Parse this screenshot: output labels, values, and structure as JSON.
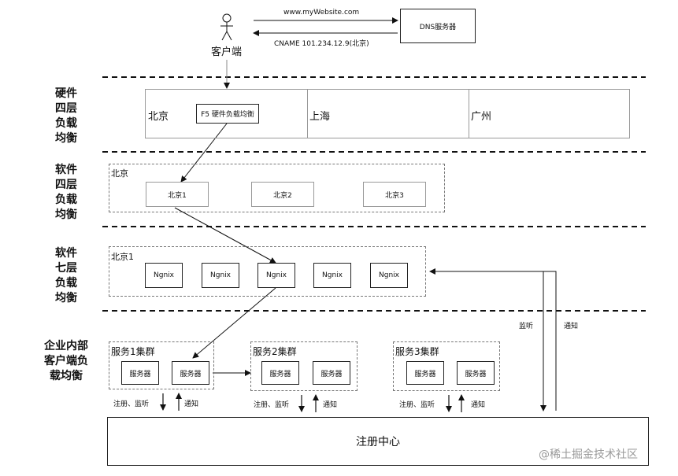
{
  "client_label": "客户端",
  "dns": {
    "label": "DNS服务器",
    "request": "www.myWebsite.com",
    "response": "CNAME 101.234.12.9(北京)"
  },
  "layers": {
    "hardware_l4": "硬件\n四层\n负载\n均衡",
    "software_l4": "软件\n四层\n负载\n均衡",
    "software_l7": "软件\n七层\n负载\n均衡",
    "client_lb": "企业内部\n客户端负\n载均衡"
  },
  "hardware": {
    "regions": [
      "北京",
      "上海",
      "广州"
    ],
    "f5": "F5 硬件负载均衡"
  },
  "software4": {
    "group": "北京",
    "nodes": [
      "北京1",
      "北京2",
      "北京3"
    ]
  },
  "software7": {
    "group": "北京1",
    "nodes": [
      "Ngnix",
      "Ngnix",
      "Ngnix",
      "Ngnix",
      "Ngnix"
    ]
  },
  "clusters": [
    {
      "title": "服务1集群",
      "servers": [
        "服务器",
        "服务器"
      ],
      "up": "注册、监听",
      "down": "通知"
    },
    {
      "title": "服务2集群",
      "servers": [
        "服务器",
        "服务器"
      ],
      "up": "注册、监听",
      "down": "通知"
    },
    {
      "title": "服务3集群",
      "servers": [
        "服务器",
        "服务器"
      ],
      "up": "注册、监听",
      "down": "通知"
    }
  ],
  "registry": {
    "label": "注册中心",
    "listen": "监听",
    "notify": "通知"
  },
  "watermark": "@稀土掘金技术社区"
}
